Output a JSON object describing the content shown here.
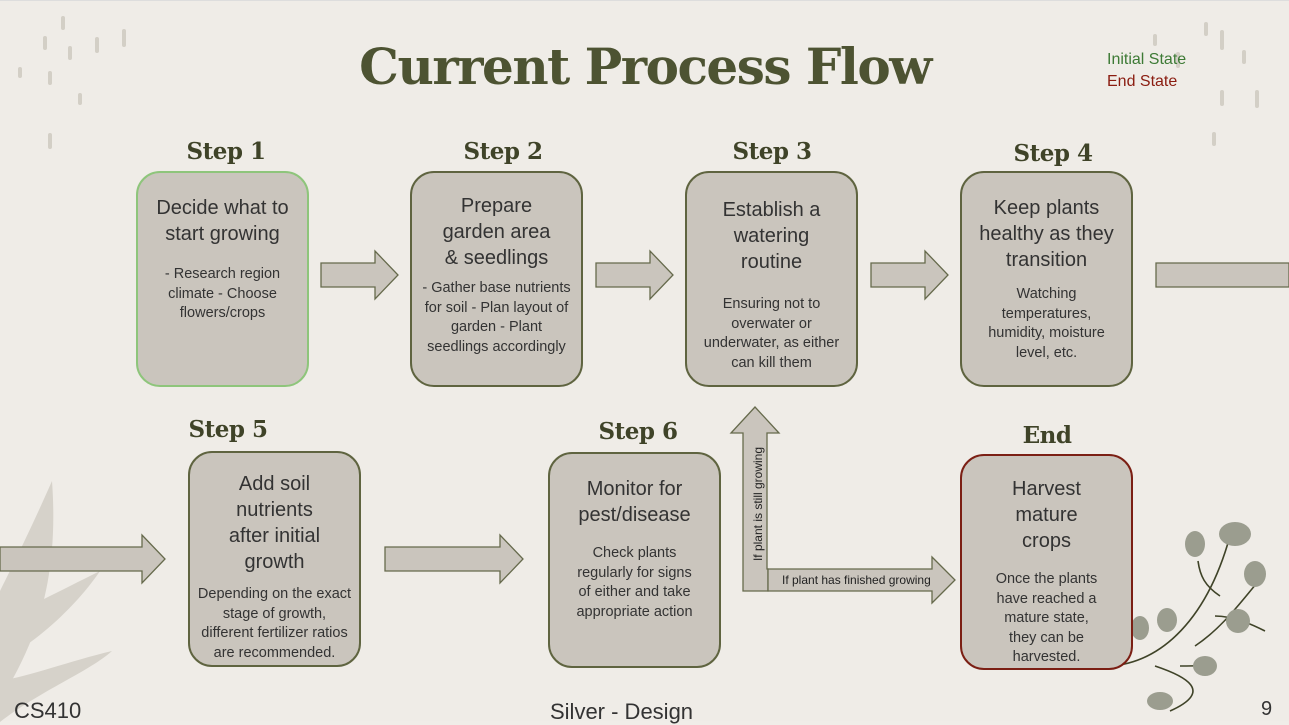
{
  "title": "Current Process Flow",
  "legend": {
    "initial": {
      "label": "Initial State",
      "color": "#3d7a35"
    },
    "end": {
      "label": "End State",
      "color": "#8a1c10"
    }
  },
  "steps": [
    {
      "label": "Step 1",
      "heading": "Decide what to start growing",
      "body": "- Research region climate - Choose flowers/crops"
    },
    {
      "label": "Step 2",
      "heading": "Prepare garden area & seedlings",
      "body": "- Gather base nutrients for soil - Plan layout of garden - Plant seedlings accordingly"
    },
    {
      "label": "Step 3",
      "heading": "Establish a watering routine",
      "body": "Ensuring not to overwater or underwater, as either can kill them"
    },
    {
      "label": "Step 4",
      "heading": "Keep plants healthy as they transition",
      "body": "Watching temperatures, humidity, moisture level, etc."
    },
    {
      "label": "Step 5",
      "heading": "Add soil nutrients after initial growth",
      "body": "Depending on the exact stage of growth, different fertilizer ratios are recommended."
    },
    {
      "label": "Step 6",
      "heading": "Monitor for pest/disease",
      "body": "Check plants regularly for signs of either and take appropriate action"
    },
    {
      "label": "End",
      "heading": "Harvest mature crops",
      "body": "Once the plants have reached a mature state, they can be harvested."
    }
  ],
  "branches": {
    "still_growing": "If plant is still growing",
    "finished": "If plant has finished growing"
  },
  "footer": {
    "course": "CS410",
    "team": "Silver - Design",
    "page": "9"
  }
}
